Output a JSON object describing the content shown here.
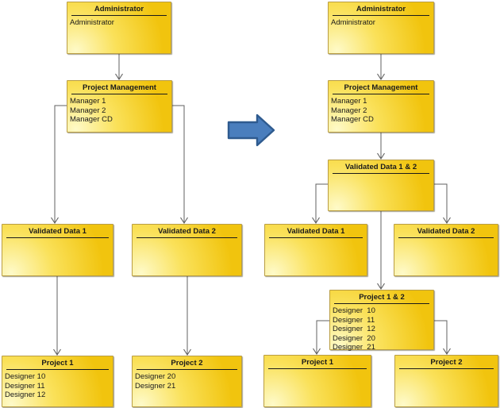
{
  "theme": {
    "canvas-bg": "#FFFFFF",
    "box-gold": "#F1C40E",
    "box-mid": "#FAE15A",
    "box-pale": "#FEFAC8",
    "box-border": "#B99D43",
    "text-color": "#1A1A1A",
    "rule-color": "#1A1A1A",
    "connector-color": "#606060",
    "block-arrow-fill": "#4A7EBD",
    "block-arrow-stroke": "#2F5B8F"
  },
  "boxes": [
    {
      "id": "left-administrator",
      "title": "Administrator",
      "members": [
        "Administrator"
      ]
    },
    {
      "id": "left-project-management",
      "title": "Project Management",
      "members": [
        "Manager 1",
        "Manager 2",
        "Manager CD"
      ]
    },
    {
      "id": "left-validated-data-1",
      "title": "Validated Data 1",
      "members": []
    },
    {
      "id": "left-validated-data-2",
      "title": "Validated Data 2",
      "members": []
    },
    {
      "id": "left-project-1",
      "title": "Project 1",
      "members": [
        "Designer 10",
        "Designer 11",
        "Designer 12"
      ]
    },
    {
      "id": "left-project-2",
      "title": "Project 2",
      "members": [
        "Designer 20",
        "Designer 21"
      ]
    },
    {
      "id": "right-administrator",
      "title": "Administrator",
      "members": [
        "Administrator"
      ]
    },
    {
      "id": "right-project-management",
      "title": "Project Management",
      "members": [
        "Manager 1",
        "Manager 2",
        "Manager CD"
      ]
    },
    {
      "id": "right-validated-data-1-2",
      "title": "Validated Data 1 & 2",
      "members": []
    },
    {
      "id": "right-validated-data-1",
      "title": "Validated Data 1",
      "members": []
    },
    {
      "id": "right-validated-data-2",
      "title": "Validated Data 2",
      "members": []
    },
    {
      "id": "right-project-1-2",
      "title": "Project 1 & 2",
      "members": [
        "Designer  10",
        "Designer  11",
        "Designer  12",
        "Designer  20",
        "Designer  21"
      ]
    },
    {
      "id": "right-project-1",
      "title": "Project 1",
      "members": []
    },
    {
      "id": "right-project-2",
      "title": "Project 2",
      "members": []
    }
  ]
}
